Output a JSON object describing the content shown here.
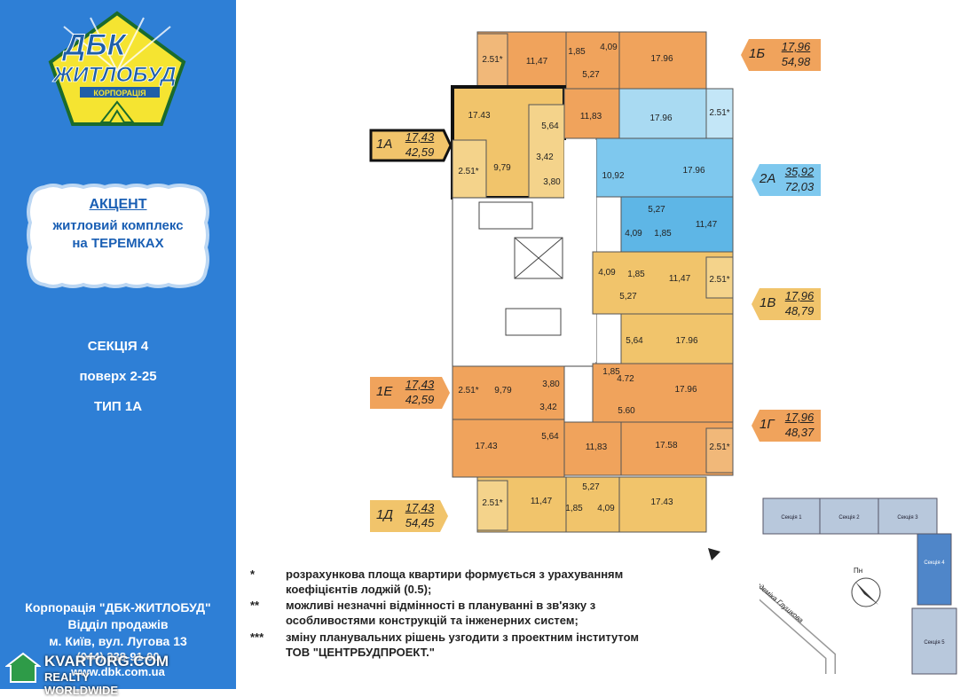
{
  "logo": {
    "line1": "ДБК",
    "line2": "ЖИТЛОБУД",
    "line3": "КОРПОРАЦІЯ"
  },
  "project": {
    "title": "АКЦЕНТ",
    "line2": "житловий комплекс",
    "line3": "на ТЕРЕМКАХ"
  },
  "section": {
    "label": "СЕКЦІЯ 4",
    "floors": "поверх 2-25",
    "type": "ТИП 1А"
  },
  "contacts": {
    "company": "Корпорація \"ДБК-ЖИТЛОБУД\"",
    "dept": "Відділ продажів",
    "address": "м. Київ, вул. Лугова 13",
    "phone": "(044) 338-91-00",
    "site": "www.dbk.com.ua"
  },
  "watermark": {
    "brand": "KVARTORG.COM",
    "sub": "REALTY WORLDWIDE"
  },
  "apartments": [
    {
      "code": "1А",
      "living": "17,43",
      "total": "42,59",
      "color": "#f1c46b",
      "highlight": true
    },
    {
      "code": "1Б",
      "living": "17,96",
      "total": "54,98",
      "color": "#f0a35c",
      "highlight": false
    },
    {
      "code": "2А",
      "living": "35,92",
      "total": "72,03",
      "color": "#7ec8ee",
      "highlight": false
    },
    {
      "code": "1В",
      "living": "17,96",
      "total": "48,79",
      "color": "#f1c46b",
      "highlight": false
    },
    {
      "code": "1Е",
      "living": "17,43",
      "total": "42,59",
      "color": "#f0a35c",
      "highlight": false
    },
    {
      "code": "1Г",
      "living": "17,96",
      "total": "48,37",
      "color": "#f0a35c",
      "highlight": false
    },
    {
      "code": "1Д",
      "living": "17,43",
      "total": "54,45",
      "color": "#f1c46b",
      "highlight": false
    }
  ],
  "rooms": {
    "r1": "2.51*",
    "r2": "11,47",
    "r3": "4,09",
    "r4": "1,85",
    "r5": "17.96",
    "r6": "5,27",
    "r7": "17.43",
    "r8": "5,64",
    "r9": "11,83",
    "r10": "17.96",
    "r11": "2.51*",
    "r12": "2.51*",
    "r13": "9,79",
    "r14": "3,42",
    "r15": "3,80",
    "r16": "10,92",
    "r17": "17.96",
    "r18": "5,27",
    "r19": "4,09",
    "r20": "1,85",
    "r21": "11,47",
    "r22": "4,09",
    "r23": "1,85",
    "r24": "11,47",
    "r25": "2.51*",
    "r26": "5,27",
    "r27": "5,64",
    "r28": "17.96",
    "r29": "2.51*",
    "r30": "9,79",
    "r31": "3,80",
    "r32": "1,85",
    "r33": "4.72",
    "r34": "17.96",
    "r35": "3,42",
    "r36": "5.60",
    "r37": "17.43",
    "r38": "5,64",
    "r39": "11,83",
    "r40": "17.58",
    "r41": "2.51*",
    "r42": "5,27",
    "r43": "2.51*",
    "r44": "11,47",
    "r45": "1,85",
    "r46": "4,09",
    "r47": "17.43"
  },
  "site_map": {
    "sections": [
      "Секція 1",
      "Секція 2",
      "Секція 3",
      "Секція 4",
      "Секція 5"
    ],
    "road": "до просп. Академіка Глушкова",
    "north": "Пн"
  },
  "notes": [
    {
      "mark": "*",
      "line1": "розрахункова площа квартири формується з урахуванням",
      "line2": "коефіцієнтів лоджій (0.5);"
    },
    {
      "mark": "**",
      "line1": "можливі незначні відмінності в плануванні в зв'язку з",
      "line2": "особливостями конструкцій та інженерних систем;"
    },
    {
      "mark": "***",
      "line1": "зміну планувальних рішень узгодити з проектним інститутом",
      "line2": "ТОВ \"ЦЕНТРБУДПРОЕКТ.\""
    }
  ]
}
